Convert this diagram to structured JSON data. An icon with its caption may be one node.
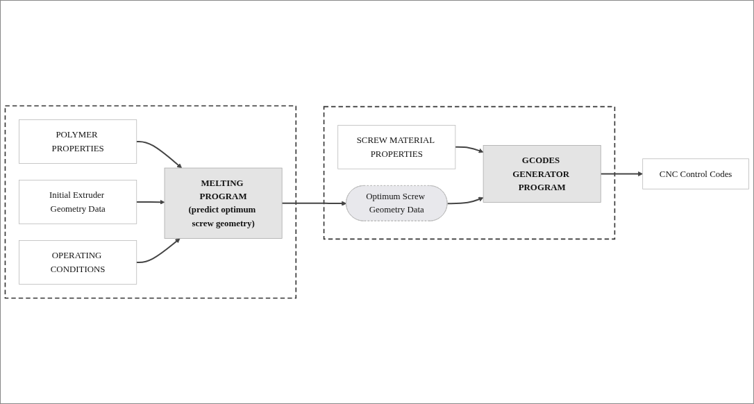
{
  "diagram": {
    "nodes": [
      {
        "text": [],
        "shape": "box"
      },
      {
        "text": [
          "POLYMER PROPERTIES"
        ],
        "in": 0
      },
      {
        "text": [
          "Initial Extruder Geometry Data"
        ],
        "in": 0
      },
      {
        "text": [
          "OPERATING CONDITIONS"
        ],
        "in": 0
      },
      {
        "text": [
          "MELTING PROGRAM",
          "(predict optimum screw geometry)"
        ],
        "in": 0
      },
      {
        "text": [],
        "shape": "box"
      },
      {
        "text": [
          "SCREW MATERIAL PROPERTIES"
        ],
        "in": 5
      },
      {
        "text": [
          "Optimum Screw Geometry Data"
        ],
        "in": 5
      },
      {
        "text": [
          "GCODES GENERATOR PROGRAM"
        ],
        "in": 5
      },
      {
        "text": [
          "CNC Control Codes"
        ]
      }
    ],
    "edges": [
      {
        "from": 1,
        "to": 4,
        "arrow": "to"
      },
      {
        "from": 2,
        "to": 4,
        "arrow": "to"
      },
      {
        "from": 3,
        "to": 4,
        "arrow": "to"
      },
      {
        "from": 4,
        "to": 7,
        "arrow": "to"
      },
      {
        "from": 6,
        "to": 8,
        "arrow": "to"
      },
      {
        "from": 7,
        "to": 8,
        "arrow": "to"
      },
      {
        "from": 8,
        "to": 9,
        "arrow": "to"
      }
    ]
  }
}
